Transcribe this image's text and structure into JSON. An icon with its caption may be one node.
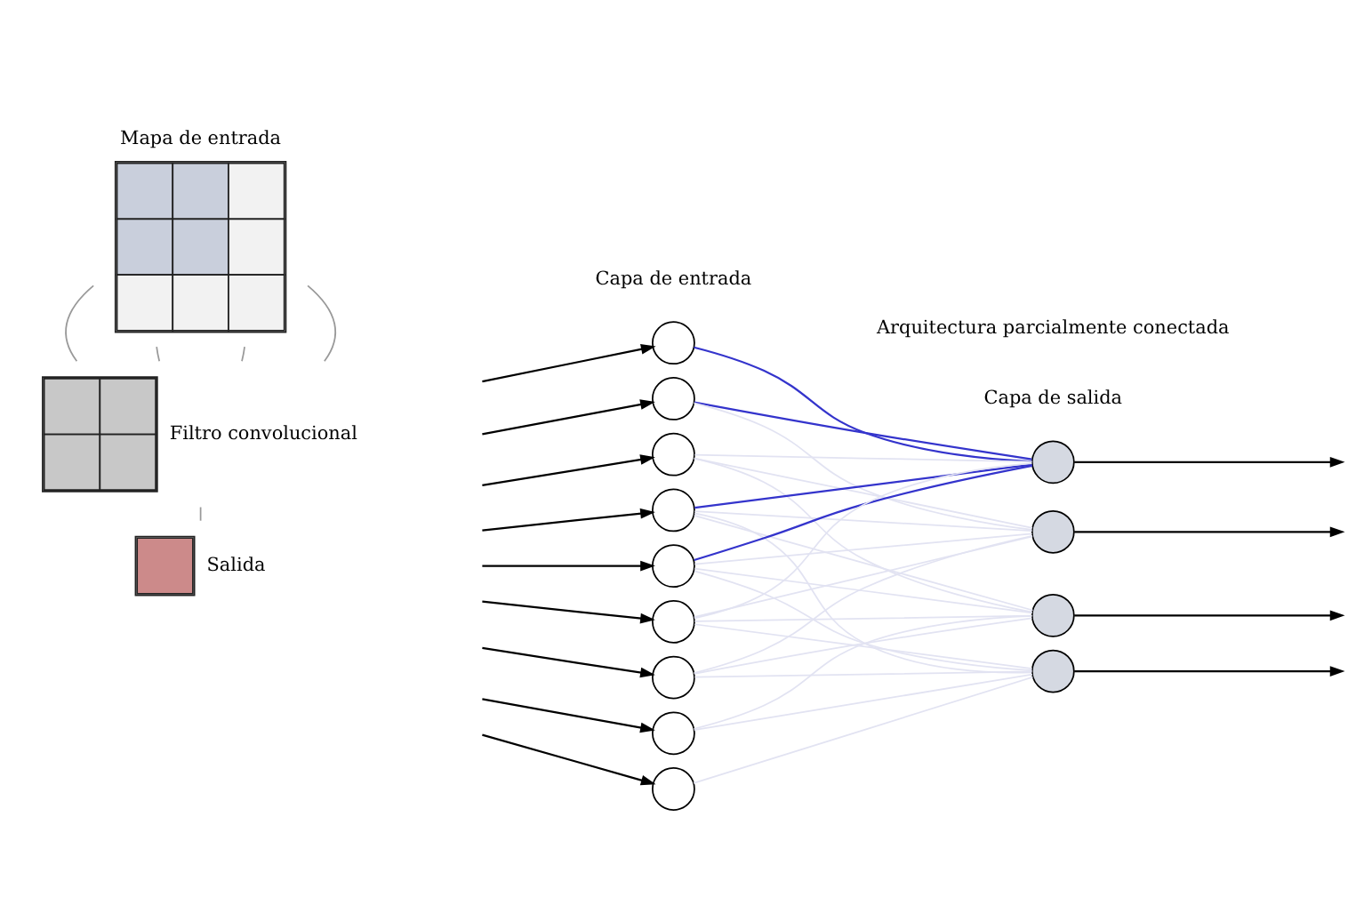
{
  "diagram": {
    "nodes": [
      {
        "text": [
          "Mapa de entrada"
        ]
      },
      {
        "text": [
          "Filtro convolucional"
        ]
      },
      {
        "text": [
          "Salida"
        ]
      },
      {
        "text": [],
        "shape": "circle"
      },
      {
        "text": [],
        "shape": "circle"
      },
      {
        "text": [],
        "shape": "circle"
      },
      {
        "text": [],
        "shape": "circle"
      },
      {
        "text": [],
        "shape": "circle"
      },
      {
        "text": [],
        "shape": "circle"
      },
      {
        "text": [],
        "shape": "circle"
      },
      {
        "text": [],
        "shape": "circle"
      },
      {
        "text": [],
        "shape": "circle"
      },
      {
        "text": [],
        "shape": "circle"
      },
      {
        "text": [],
        "shape": "circle"
      },
      {
        "text": [],
        "shape": "circle"
      },
      {
        "text": [],
        "shape": "circle"
      }
    ],
    "edges": [
      {
        "from": 0,
        "to": 1,
        "arrow": "none",
        "color": "#999999"
      },
      {
        "from": 0,
        "to": 1,
        "arrow": "none",
        "color": "#999999"
      },
      {
        "from": 0,
        "to": 1,
        "arrow": "none",
        "color": "#999999"
      },
      {
        "from": 0,
        "to": 1,
        "arrow": "none",
        "color": "#999999"
      },
      {
        "from": 1,
        "to": 2,
        "arrow": "none",
        "color": "#999999"
      },
      {
        "from": null,
        "to": 3,
        "arrow": "to",
        "color": "#000000"
      },
      {
        "from": null,
        "to": 4,
        "arrow": "to",
        "color": "#000000"
      },
      {
        "from": null,
        "to": 5,
        "arrow": "to",
        "color": "#000000"
      },
      {
        "from": null,
        "to": 6,
        "arrow": "to",
        "color": "#000000"
      },
      {
        "from": null,
        "to": 7,
        "arrow": "to",
        "color": "#000000"
      },
      {
        "from": null,
        "to": 8,
        "arrow": "to",
        "color": "#000000"
      },
      {
        "from": null,
        "to": 9,
        "arrow": "to",
        "color": "#000000"
      },
      {
        "from": null,
        "to": 10,
        "arrow": "to",
        "color": "#000000"
      },
      {
        "from": null,
        "to": 11,
        "arrow": "to",
        "color": "#000000"
      },
      {
        "from": 3,
        "to": 12,
        "arrow": "none",
        "color": "#3434cc"
      },
      {
        "from": 4,
        "to": 12,
        "arrow": "none",
        "color": "#3434cc"
      },
      {
        "from": 5,
        "to": 12,
        "arrow": "none"
      },
      {
        "from": 6,
        "to": 12,
        "arrow": "none",
        "color": "#3434cc"
      },
      {
        "from": 7,
        "to": 12,
        "arrow": "none",
        "color": "#3434cc"
      },
      {
        "from": 8,
        "to": 12,
        "arrow": "none"
      },
      {
        "from": 4,
        "to": 13,
        "arrow": "none"
      },
      {
        "from": 5,
        "to": 13,
        "arrow": "none"
      },
      {
        "from": 6,
        "to": 13,
        "arrow": "none"
      },
      {
        "from": 7,
        "to": 13,
        "arrow": "none"
      },
      {
        "from": 8,
        "to": 13,
        "arrow": "none"
      },
      {
        "from": 9,
        "to": 13,
        "arrow": "none"
      },
      {
        "from": 5,
        "to": 14,
        "arrow": "none"
      },
      {
        "from": 6,
        "to": 14,
        "arrow": "none"
      },
      {
        "from": 7,
        "to": 14,
        "arrow": "none"
      },
      {
        "from": 8,
        "to": 14,
        "arrow": "none"
      },
      {
        "from": 9,
        "to": 14,
        "arrow": "none"
      },
      {
        "from": 10,
        "to": 14,
        "arrow": "none"
      },
      {
        "from": 6,
        "to": 15,
        "arrow": "none"
      },
      {
        "from": 7,
        "to": 15,
        "arrow": "none"
      },
      {
        "from": 8,
        "to": 15,
        "arrow": "none"
      },
      {
        "from": 9,
        "to": 15,
        "arrow": "none"
      },
      {
        "from": 10,
        "to": 15,
        "arrow": "none"
      },
      {
        "from": 11,
        "to": 15,
        "arrow": "none"
      },
      {
        "from": 12,
        "to": null,
        "arrow": "to",
        "color": "#000000"
      },
      {
        "from": 13,
        "to": null,
        "arrow": "to",
        "color": "#000000"
      },
      {
        "from": 14,
        "to": null,
        "arrow": "to",
        "color": "#000000"
      },
      {
        "from": 15,
        "to": null,
        "arrow": "to",
        "color": "#000000"
      }
    ],
    "labels": [
      "Capa de entrada",
      "Arquitectura parcialmente conectada",
      "Capa de salida"
    ]
  }
}
